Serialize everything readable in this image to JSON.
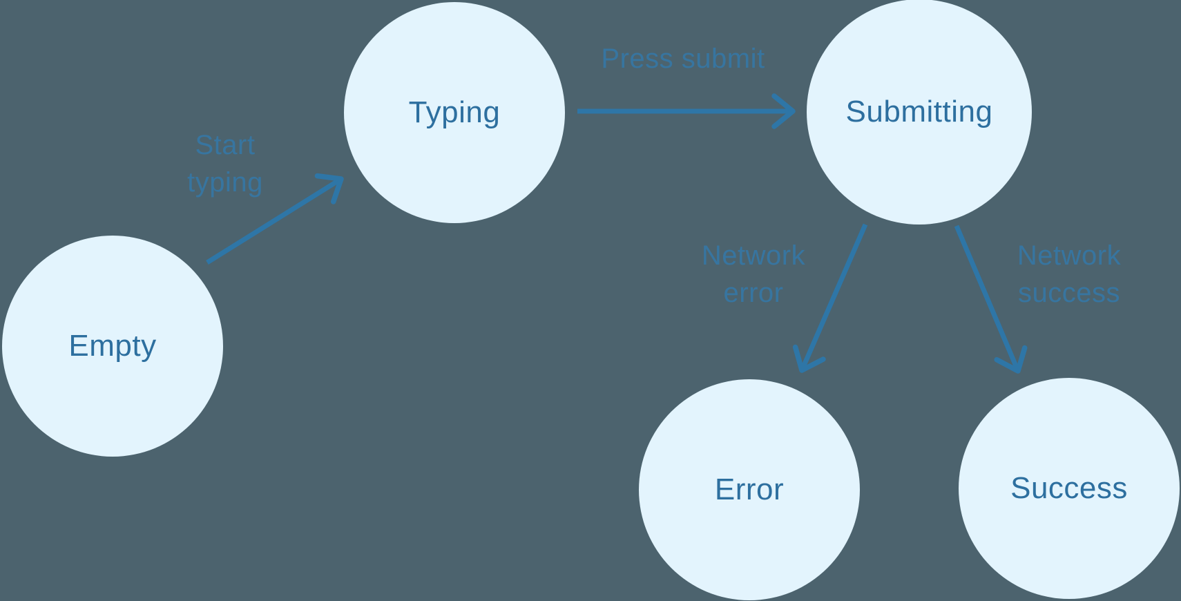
{
  "theme": {
    "background": "#4c636e",
    "node-fill": "#e3f4fd",
    "node-text": "#2d6f9f",
    "arrow": "#2e76a7",
    "edge-label": "#3578a8"
  },
  "diagram": {
    "type": "state-machine",
    "states": [
      {
        "id": "empty",
        "label": "Empty"
      },
      {
        "id": "typing",
        "label": "Typing"
      },
      {
        "id": "submitting",
        "label": "Submitting"
      },
      {
        "id": "error",
        "label": "Error"
      },
      {
        "id": "success",
        "label": "Success"
      }
    ],
    "transitions": [
      {
        "from": "empty",
        "to": "typing",
        "label": "Start typing"
      },
      {
        "from": "typing",
        "to": "submitting",
        "label": "Press submit"
      },
      {
        "from": "submitting",
        "to": "error",
        "label": "Network error"
      },
      {
        "from": "submitting",
        "to": "success",
        "label": "Network success"
      }
    ]
  }
}
